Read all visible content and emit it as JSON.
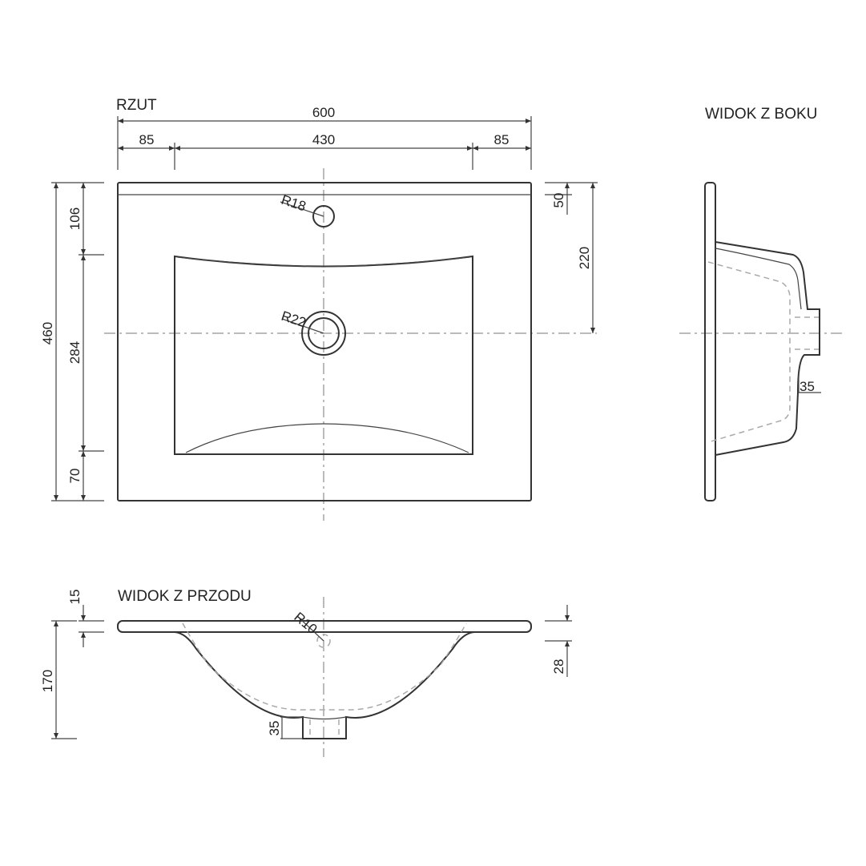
{
  "titles": {
    "top": "RZUT",
    "side": "WIDOK Z BOKU",
    "front": "WIDOK Z PRZODU"
  },
  "top_view": {
    "overall_width": "600",
    "left_margin": "85",
    "basin_width": "430",
    "right_margin": "85",
    "overall_depth": "460",
    "back_to_basin": "106",
    "basin_depth": "284",
    "front_margin": "70",
    "ledge": "50",
    "to_drain": "220",
    "tap_hole_radius": "R18",
    "drain_radius": "R22"
  },
  "side_view": {
    "drain_height": "35"
  },
  "front_view": {
    "top_thickness": "15",
    "overall_height": "170",
    "edge": "28",
    "drain_height": "35",
    "radius": "R10"
  }
}
